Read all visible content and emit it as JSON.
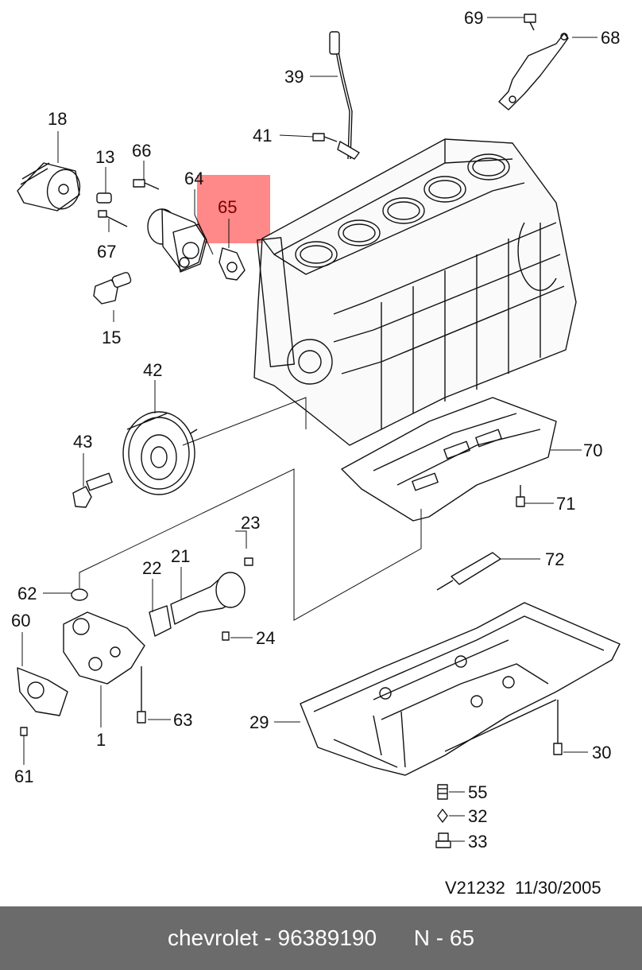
{
  "labels": [
    {
      "id": "69",
      "text": "69"
    },
    {
      "id": "68",
      "text": "68"
    },
    {
      "id": "39",
      "text": "39"
    },
    {
      "id": "41",
      "text": "41"
    },
    {
      "id": "18",
      "text": "18"
    },
    {
      "id": "13",
      "text": "13"
    },
    {
      "id": "66",
      "text": "66"
    },
    {
      "id": "64",
      "text": "64"
    },
    {
      "id": "65",
      "text": "65"
    },
    {
      "id": "67",
      "text": "67"
    },
    {
      "id": "15",
      "text": "15"
    },
    {
      "id": "42",
      "text": "42"
    },
    {
      "id": "43",
      "text": "43"
    },
    {
      "id": "70",
      "text": "70"
    },
    {
      "id": "71",
      "text": "71"
    },
    {
      "id": "23",
      "text": "23"
    },
    {
      "id": "22",
      "text": "22"
    },
    {
      "id": "21",
      "text": "21"
    },
    {
      "id": "62",
      "text": "62"
    },
    {
      "id": "72",
      "text": "72"
    },
    {
      "id": "60",
      "text": "60"
    },
    {
      "id": "24",
      "text": "24"
    },
    {
      "id": "63",
      "text": "63"
    },
    {
      "id": "1",
      "text": "1"
    },
    {
      "id": "29",
      "text": "29"
    },
    {
      "id": "30",
      "text": "30"
    },
    {
      "id": "61",
      "text": "61"
    },
    {
      "id": "55",
      "text": "55"
    },
    {
      "id": "32",
      "text": "32"
    },
    {
      "id": "33",
      "text": "33"
    }
  ],
  "highlighted_part": "65",
  "highlight_color": "#ff7b7b",
  "reference": {
    "code": "V21232",
    "date": "11/30/2005"
  },
  "footer": {
    "brand": "chevrolet",
    "part_number": "96389190",
    "position": "N - 65"
  }
}
